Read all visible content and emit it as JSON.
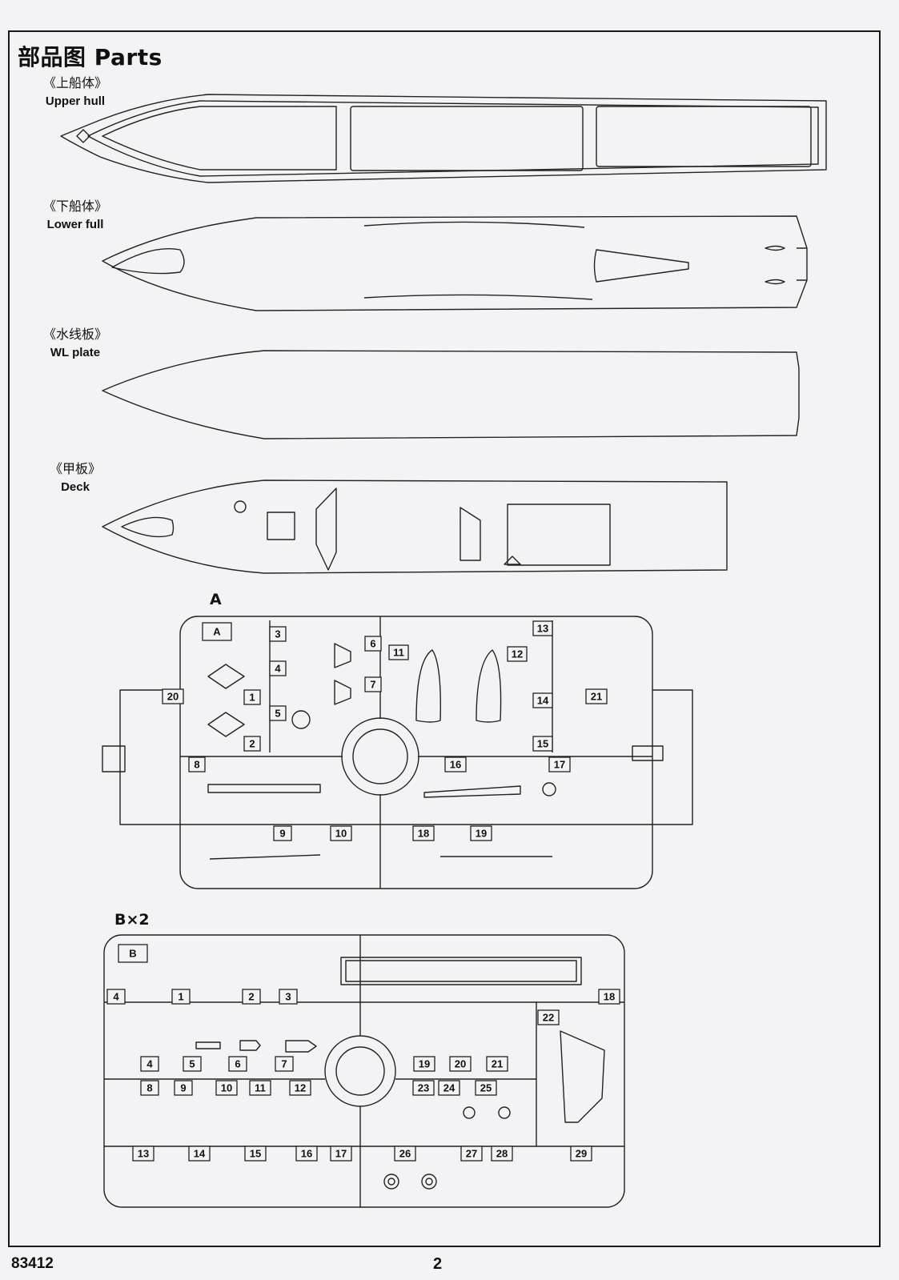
{
  "page": {
    "title": "部品图 Parts",
    "code": "83412",
    "page_number": "2"
  },
  "parts": {
    "upper_hull": {
      "zh": "《上船体》",
      "en": "Upper hull"
    },
    "lower_hull": {
      "zh": "《下船体》",
      "en": "Lower full"
    },
    "wl_plate": {
      "zh": "《水线板》",
      "en": "WL plate"
    },
    "deck": {
      "zh": "《甲板》",
      "en": "Deck"
    }
  },
  "sprues": {
    "a": {
      "title": "A",
      "tag": "A",
      "numbers": [
        "3",
        "4",
        "1",
        "5",
        "2",
        "6",
        "7",
        "11",
        "12",
        "13",
        "14",
        "15",
        "20",
        "21",
        "8",
        "16",
        "17",
        "9",
        "10",
        "18",
        "19"
      ]
    },
    "b": {
      "title": "B×2",
      "tag": "B",
      "numbers": [
        "4",
        "1",
        "2",
        "3",
        "18",
        "4",
        "5",
        "6",
        "7",
        "8",
        "9",
        "10",
        "11",
        "12",
        "19",
        "20",
        "21",
        "23",
        "24",
        "25",
        "22",
        "13",
        "14",
        "15",
        "16",
        "17",
        "26",
        "27",
        "28",
        "29"
      ]
    }
  }
}
